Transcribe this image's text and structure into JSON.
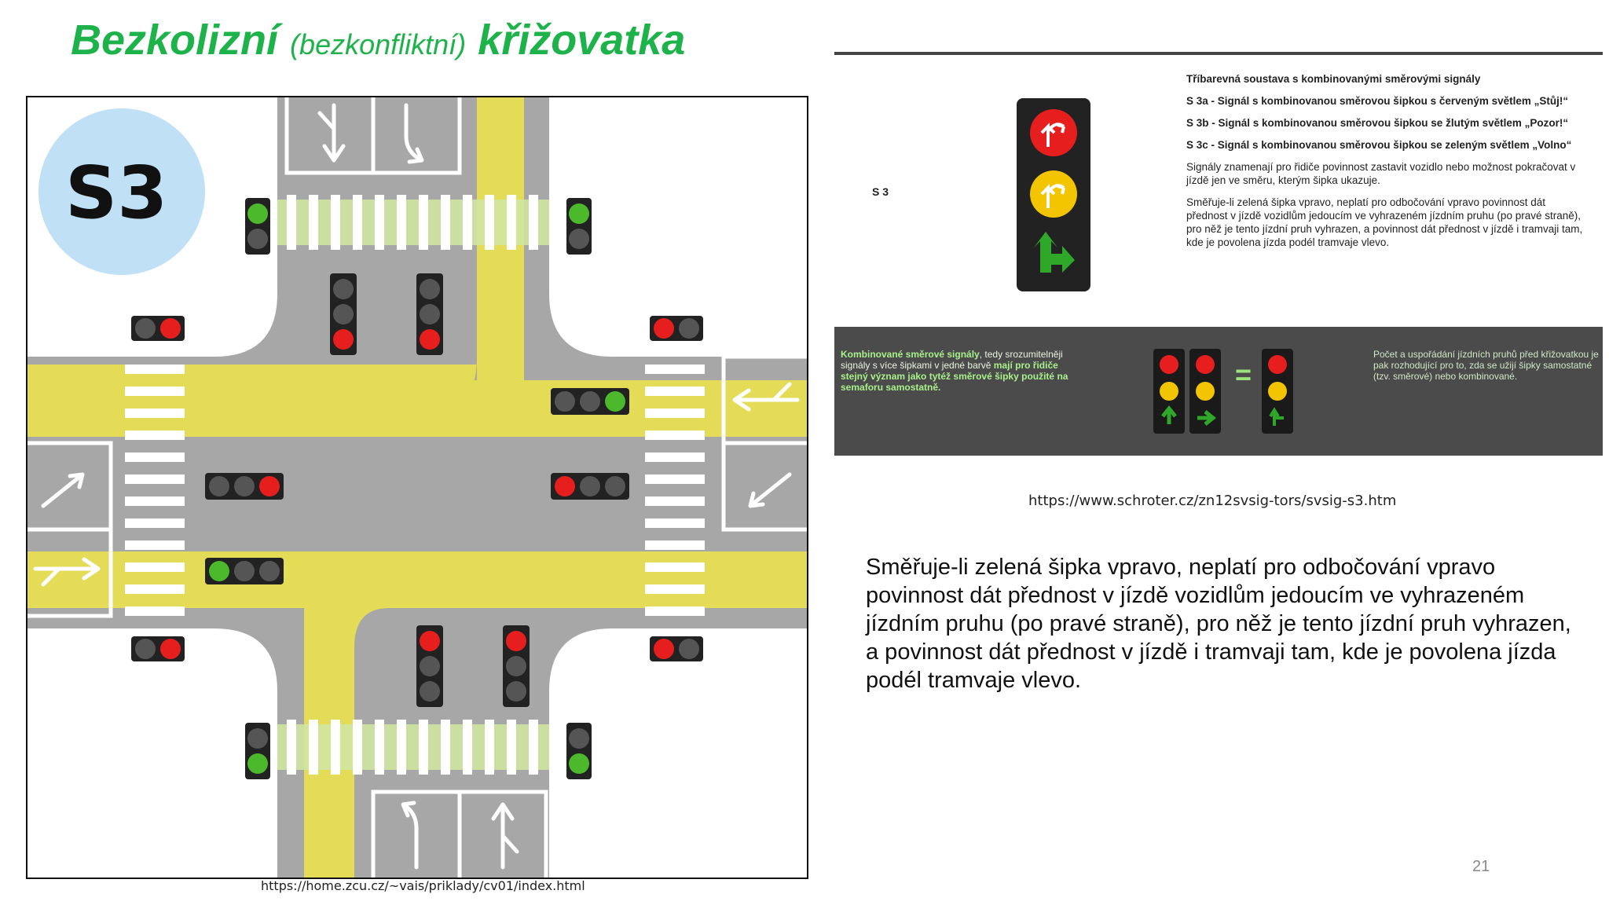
{
  "slide": {
    "title_bold_1": "Bezkolizní",
    "title_sub": "(bezkonfliktní)",
    "title_bold_2": "křižovatka",
    "page_number": "21"
  },
  "intersection": {
    "badge": "S3",
    "source_url": "https://home.zcu.cz/~vais/priklady/cv01/index.html"
  },
  "panel": {
    "label": "S 3",
    "heading": "Tříbarevná soustava s kombinovanými směrovými signály",
    "s3a": "S 3a - Signál s kombinovanou směrovou šipkou s červeným světlem „Stůj!“",
    "s3b": "S 3b - Signál s kombinovanou směrovou šipkou se žlutým světlem „Pozor!“",
    "s3c": "S 3c - Signál s kombinovanou směrovou šipkou se zeleným světlem „Volno“",
    "desc1": "Signály znamenají pro řidiče povinnost zastavit vozidlo nebo možnost pokračovat v jízdě jen ve směru, kterým šipka ukazuje.",
    "desc2": "Směřuje-li zelená šipka vpravo, neplatí pro odbočování vpravo povinnost dát přednost v jízdě vozidlům jedoucím ve vyhrazeném jízdním pruhu (po pravé straně), pro něž je tento jízdní pruh vyhrazen, a povinnost dát přednost v jízdě i tramvaji tam, kde je povolena jízda podél tramvaje vlevo.",
    "bottom_left_hi": "Kombinované směrové signály",
    "bottom_left_1": ", tedy srozumitelněji signály s více šipkami v jedné barvě",
    "bottom_left_2": "mají pro řidiče stejný význam jako tytéž směrové šipky použité na semaforu samostatně.",
    "bottom_right": "Počet a uspořádání jízdních pruhů před křižovatkou je pak rozhodující pro to, zda se užijí šipky samostatné (tzv. směrové) nebo kombinované.",
    "equals": "=",
    "source_url": "https://www.schroter.cz/zn12svsig-tors/svsig-s3.htm"
  },
  "main_text": "Směřuje-li zelená šipka vpravo, neplatí pro odbočování vpravo povinnost dát přednost v jízdě vozidlům jedoucím ve vyhrazeném jízdním pruhu (po pravé straně), pro něž je tento jízdní pruh vyhrazen, a povinnost dát přednost v jízdě i tramvaji tam, kde je povolena jízda podél tramvaje vlevo.",
  "colors": {
    "title_green": "#1db34a",
    "road_gray": "#a7a7a7",
    "tram_yellow": "#e4dc56",
    "light_red": "#e61e1e",
    "light_yellow": "#f2c500",
    "light_green": "#3fae2a"
  }
}
